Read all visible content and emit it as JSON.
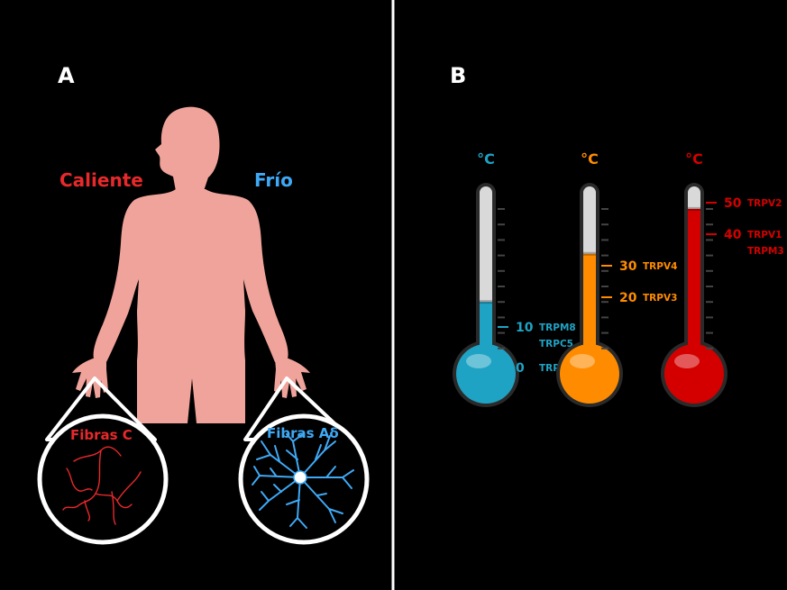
{
  "panel_a": {
    "letter": "A",
    "hot_label": "Caliente",
    "cold_label": "Frío",
    "fiber_c_label": "Fibras C",
    "fiber_ad_label": "Fibras Aδ",
    "colors": {
      "hot": "#e8292b",
      "cold": "#3fa9f5",
      "body": "#f0a39b"
    }
  },
  "panel_b": {
    "letter": "B",
    "thermometers": [
      {
        "unit": "°C",
        "color": "#1fa3c4",
        "fill_fraction": 0.28,
        "marks": [
          {
            "value": "10",
            "labels": [
              "TRPM8",
              "TRPC5"
            ]
          },
          {
            "value": "0",
            "labels": [
              "TRPA1"
            ]
          }
        ]
      },
      {
        "unit": "°C",
        "color": "#ff8c00",
        "fill_fraction": 0.58,
        "marks": [
          {
            "value": "30",
            "labels": [
              "TRPV4"
            ]
          },
          {
            "value": "20",
            "labels": [
              "TRPV3"
            ]
          }
        ]
      },
      {
        "unit": "°C",
        "color": "#d40000",
        "fill_fraction": 0.86,
        "marks": [
          {
            "value": "50",
            "labels": [
              "TRPV2"
            ]
          },
          {
            "value": "40",
            "labels": [
              "TRPV1",
              "TRPM3"
            ]
          }
        ]
      }
    ]
  }
}
